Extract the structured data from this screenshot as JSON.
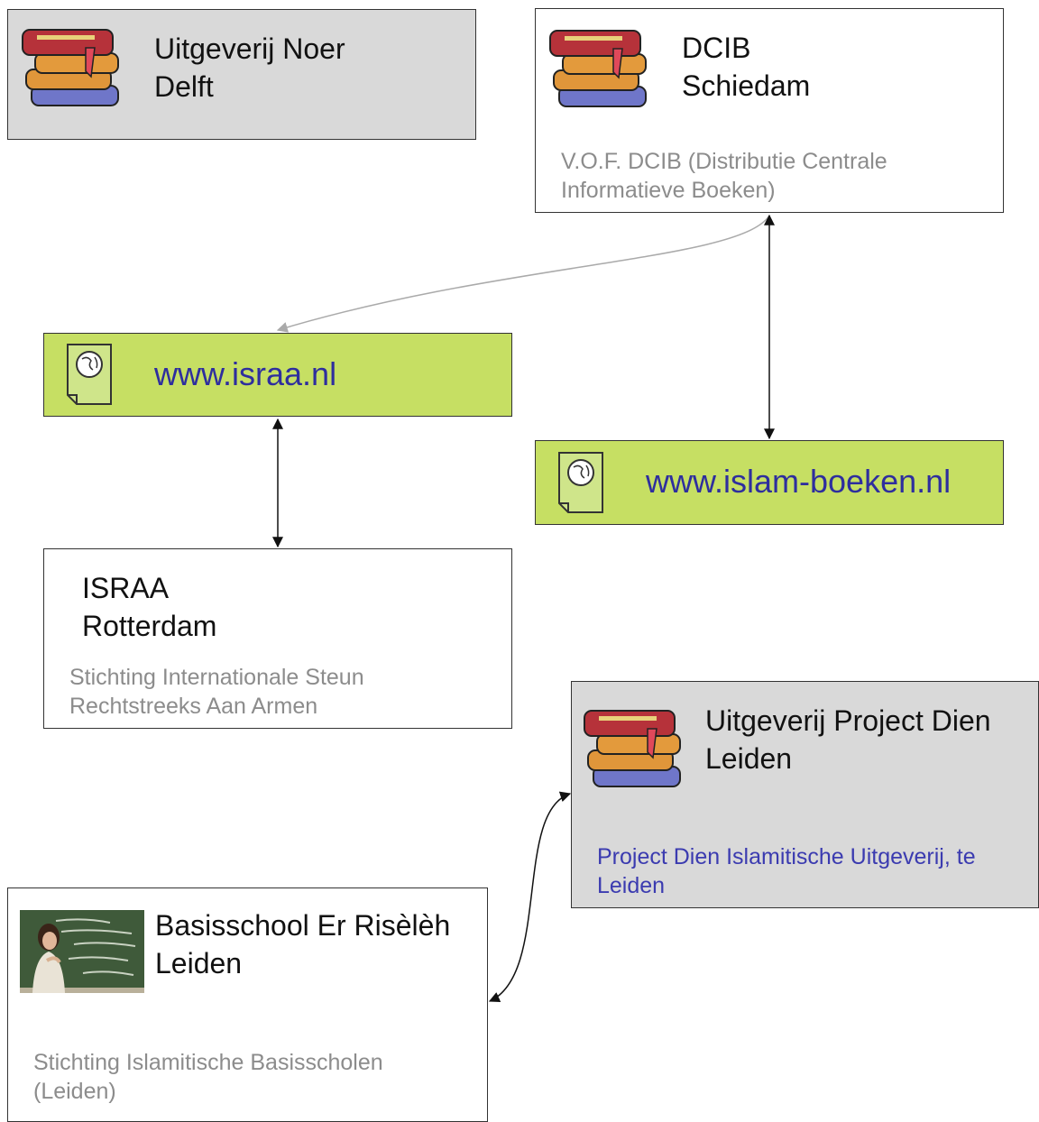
{
  "nodes": {
    "noer": {
      "line1": "Uitgeverij Noer",
      "line2": "Delft",
      "icon": "books-icon"
    },
    "dcib": {
      "line1": "DCIB",
      "line2": "Schiedam",
      "desc1": "V.O.F. DCIB (Distributie Centrale",
      "desc2": "Informatieve Boeken)",
      "icon": "books-icon"
    },
    "israa_web": {
      "url": "www.israa.nl",
      "icon": "web-page-globe-icon"
    },
    "islam_boeken_web": {
      "url": "www.islam-boeken.nl",
      "icon": "web-page-globe-icon"
    },
    "israa": {
      "line1": "ISRAA",
      "line2": "Rotterdam",
      "desc1": "Stichting Internationale Steun",
      "desc2": "Rechtstreeks Aan Armen"
    },
    "dien": {
      "line1": "Uitgeverij Project Dien",
      "line2": "Leiden",
      "desc1": "Project Dien Islamitische Uitgeverij, te",
      "desc2": "Leiden",
      "icon": "books-icon"
    },
    "school": {
      "line1": "Basisschool Er Risèlèh",
      "line2": "Leiden",
      "desc1": "Stichting Islamitische Basisscholen",
      "desc2": "(Leiden)",
      "icon": "teacher-photo-icon"
    }
  },
  "colors": {
    "grey_box": "#d9d9d9",
    "green_box": "#c6df63",
    "url_text": "#2e2e9e",
    "desc_text": "#8c8c8c",
    "dien_desc_text": "#3b3bb0"
  }
}
